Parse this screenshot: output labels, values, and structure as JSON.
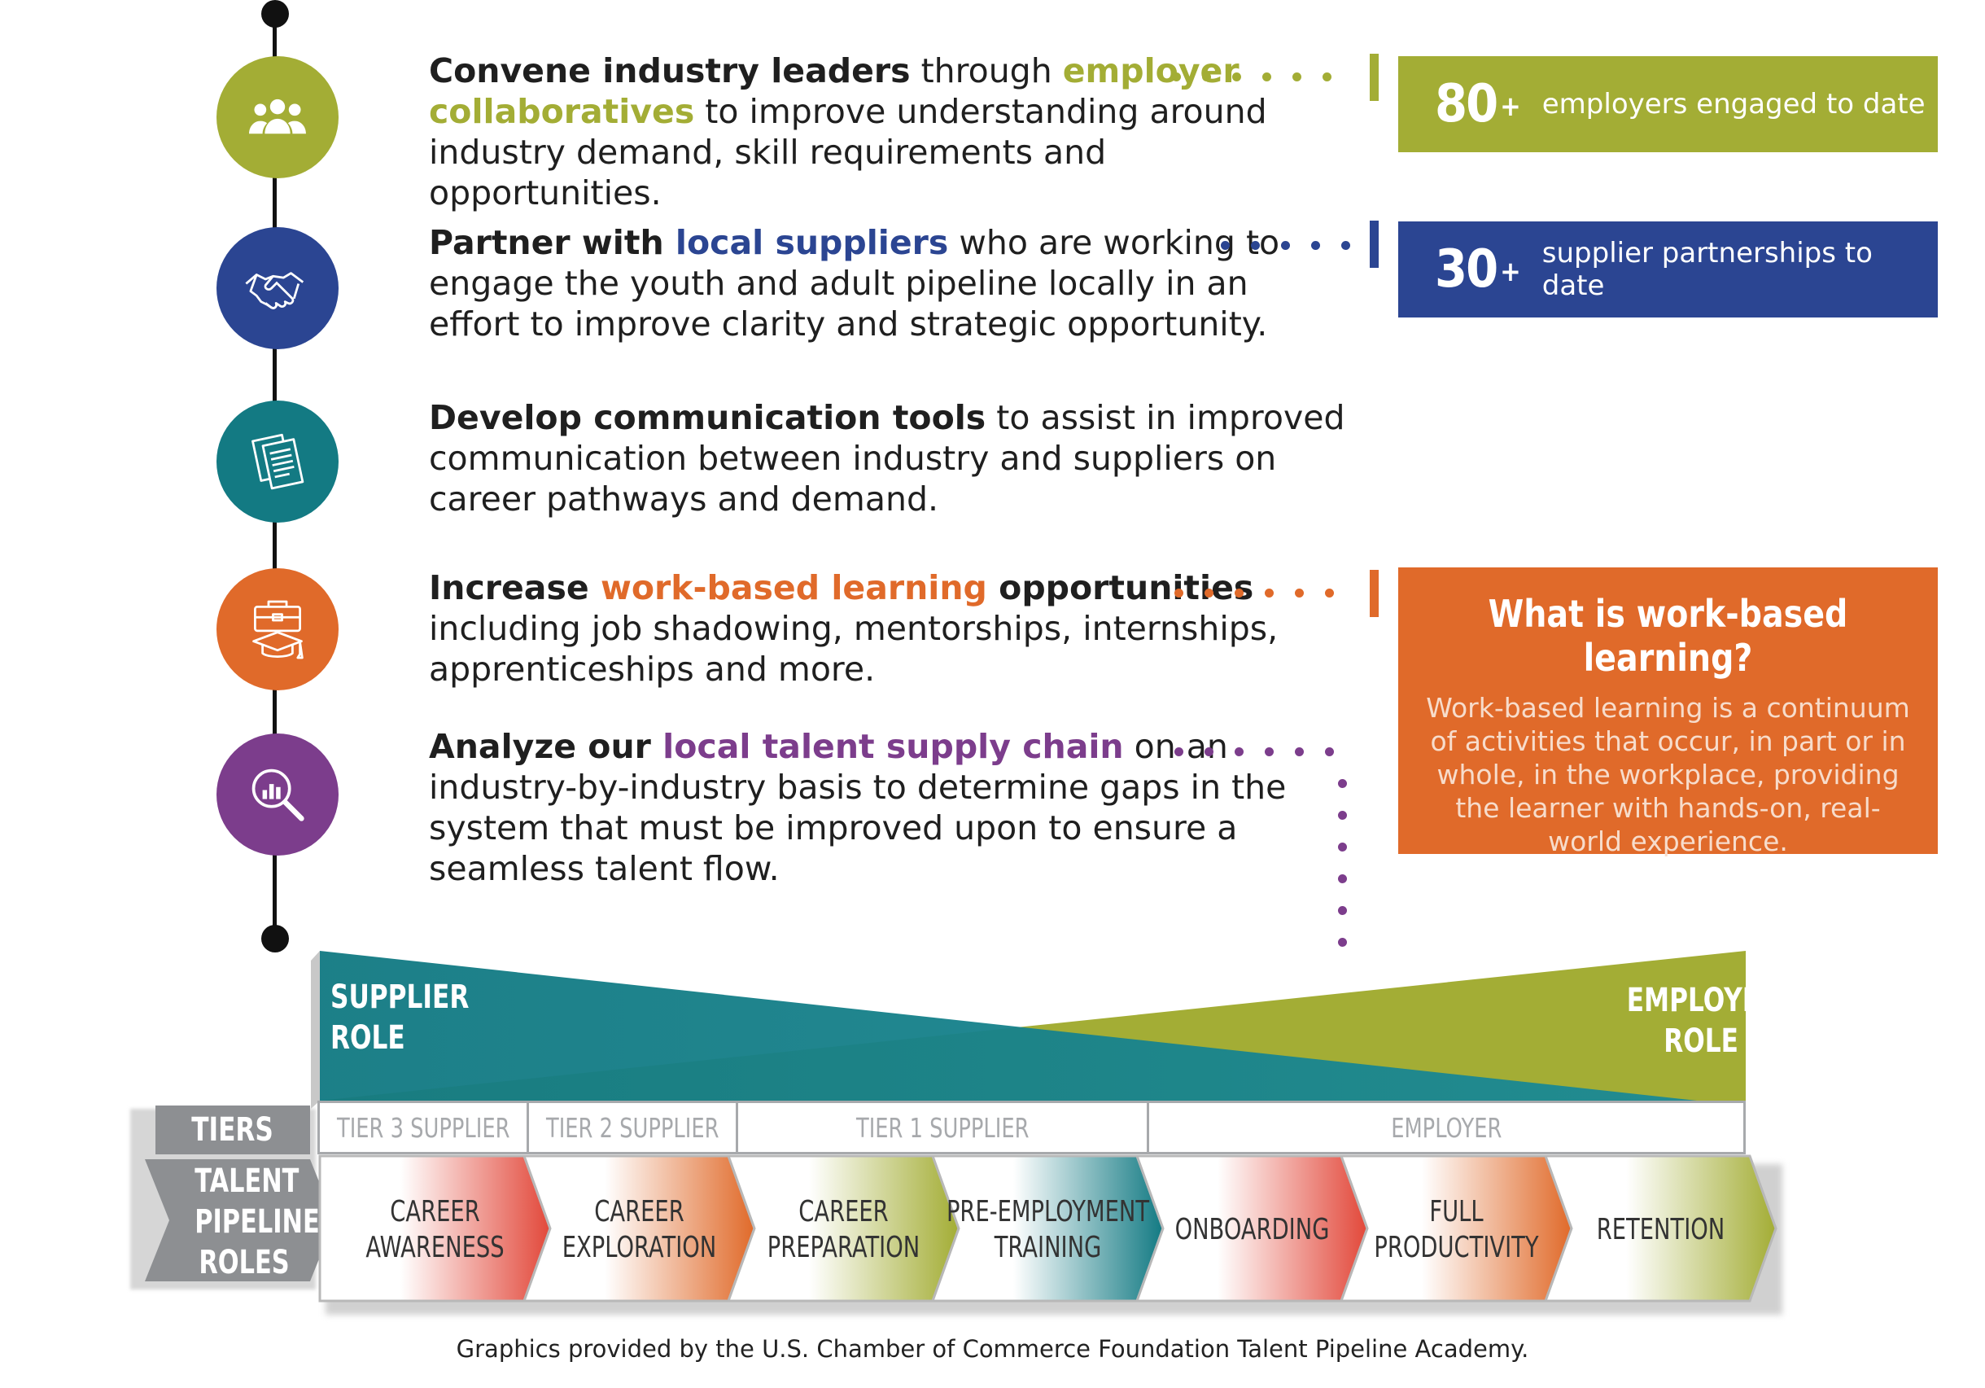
{
  "items": [
    {
      "parts": [
        {
          "t": "Convene industry leaders",
          "s": "bold"
        },
        {
          "t": " through ",
          "s": "normal"
        },
        {
          "t": "employer collaboratives",
          "s": "accent"
        },
        {
          "t": " to improve understanding around industry demand, skill requirements and opportunities.",
          "s": "normal"
        }
      ],
      "color": "#a3ad35",
      "icon": "people-group-icon"
    },
    {
      "parts": [
        {
          "t": "Partner with ",
          "s": "bold"
        },
        {
          "t": "local suppliers",
          "s": "accent"
        },
        {
          "t": " who are working to engage the youth and adult pipeline locally in an effort to improve clarity and strategic opportunity.",
          "s": "normal"
        }
      ],
      "color": "#2b4592",
      "icon": "handshake-icon"
    },
    {
      "parts": [
        {
          "t": "Develop communication tools",
          "s": "bold"
        },
        {
          "t": " to assist in improved communication between industry and suppliers on career pathways and demand.",
          "s": "normal"
        }
      ],
      "color": "#137a83",
      "icon": "documents-icon"
    },
    {
      "parts": [
        {
          "t": "Increase ",
          "s": "bold"
        },
        {
          "t": "work-based learning",
          "s": "accent"
        },
        {
          "t": " opportunities",
          "s": "bold"
        },
        {
          "t": " including job shadowing, mentorships, internships, apprenticeships and more.",
          "s": "normal"
        }
      ],
      "color": "#e06a2a",
      "icon": "briefcase-graduation-icon"
    },
    {
      "parts": [
        {
          "t": "Analyze our ",
          "s": "bold"
        },
        {
          "t": "local talent supply chain",
          "s": "accent"
        },
        {
          "t": " on an industry-by-industry basis to determine gaps in the system that must be improved upon to ensure a seamless talent flow.",
          "s": "normal"
        }
      ],
      "color": "#7c3d8c",
      "icon": "magnifier-chart-icon"
    }
  ],
  "stats": [
    {
      "number": "80",
      "suffix": "+",
      "label": "employers engaged to date",
      "color": "#a3ad35"
    },
    {
      "number": "30",
      "suffix": "+",
      "label": "supplier partnerships to date",
      "color": "#2b4592"
    }
  ],
  "wbl": {
    "title": "What is work-based learning?",
    "body": "Work-based learning is a continuum of activities that occur, in part or in whole, in the workplace, providing the learner with hands-on, real-world experience."
  },
  "roles": {
    "supplier_line1": "SUPPLIER",
    "supplier_line2": "ROLE",
    "employer_line1": "EMPLOYER",
    "employer_line2": "ROLE"
  },
  "tiers_label": "TIERS",
  "pipeline_label": [
    "TALENT",
    "PIPELINE",
    "ROLES"
  ],
  "tiers": [
    "TIER 3 SUPPLIER",
    "TIER 2 SUPPLIER",
    "TIER 1 SUPPLIER",
    "EMPLOYER"
  ],
  "steps": [
    {
      "lines": [
        "CAREER",
        "AWARENESS"
      ],
      "color": "#e2483a"
    },
    {
      "lines": [
        "CAREER",
        "EXPLORATION"
      ],
      "color": "#e06a2a"
    },
    {
      "lines": [
        "CAREER",
        "PREPARATION"
      ],
      "color": "#a3ad35"
    },
    {
      "lines": [
        "PRE-EMPLOYMENT",
        "TRAINING"
      ],
      "color": "#137a83"
    },
    {
      "lines": [
        "ONBOARDING"
      ],
      "color": "#e2483a"
    },
    {
      "lines": [
        "FULL",
        "PRODUCTIVITY"
      ],
      "color": "#e06a2a"
    },
    {
      "lines": [
        "RETENTION"
      ],
      "color": "#a3ad35"
    }
  ],
  "footnote": "Graphics provided by the U.S. Chamber of Commerce Foundation Talent Pipeline Academy."
}
